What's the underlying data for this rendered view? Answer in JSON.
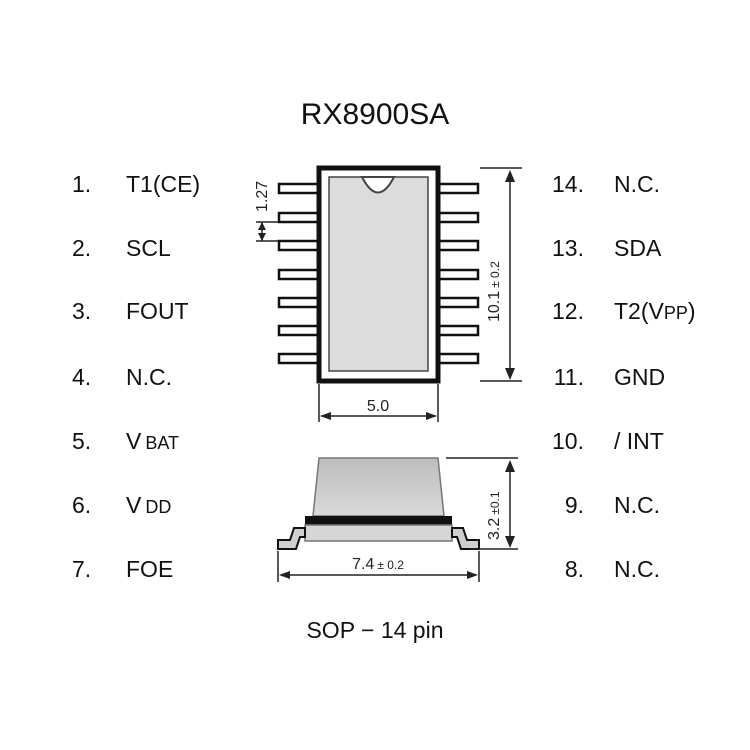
{
  "title": "RX8900SA",
  "caption": "SOP − 14 pin",
  "left_pins": [
    {
      "num": "1.",
      "label": "T1(CE)",
      "sub": ""
    },
    {
      "num": "2.",
      "label": "SCL",
      "sub": ""
    },
    {
      "num": "3.",
      "label": "FOUT",
      "sub": ""
    },
    {
      "num": "4.",
      "label": "N.C.",
      "sub": ""
    },
    {
      "num": "5.",
      "label": "V",
      "sub": "BAT"
    },
    {
      "num": "6.",
      "label": "V",
      "sub": "DD"
    },
    {
      "num": "7.",
      "label": "FOE",
      "sub": ""
    }
  ],
  "right_pins": [
    {
      "num": "14.",
      "label": "N.C.",
      "sub": "",
      "suffix": ""
    },
    {
      "num": "13.",
      "label": "SDA",
      "sub": "",
      "suffix": ""
    },
    {
      "num": "12.",
      "label": "T2(V",
      "sub": "PP",
      "suffix": ")"
    },
    {
      "num": "11.",
      "label": "GND",
      "sub": "",
      "suffix": ""
    },
    {
      "num": "10.",
      "label": "/ INT",
      "sub": "",
      "suffix": ""
    },
    {
      "num": "9.",
      "label": "N.C.",
      "sub": "",
      "suffix": ""
    },
    {
      "num": "8.",
      "label": "N.C.",
      "sub": "",
      "suffix": ""
    }
  ],
  "dimensions": {
    "pitch": "1.27",
    "body_width": "5.0",
    "length_main": "10.1",
    "length_tol": "± 0.2",
    "height_main": "3.2",
    "height_tol": "±0.1",
    "span_main": "7.4",
    "span_tol": "± 0.2"
  }
}
